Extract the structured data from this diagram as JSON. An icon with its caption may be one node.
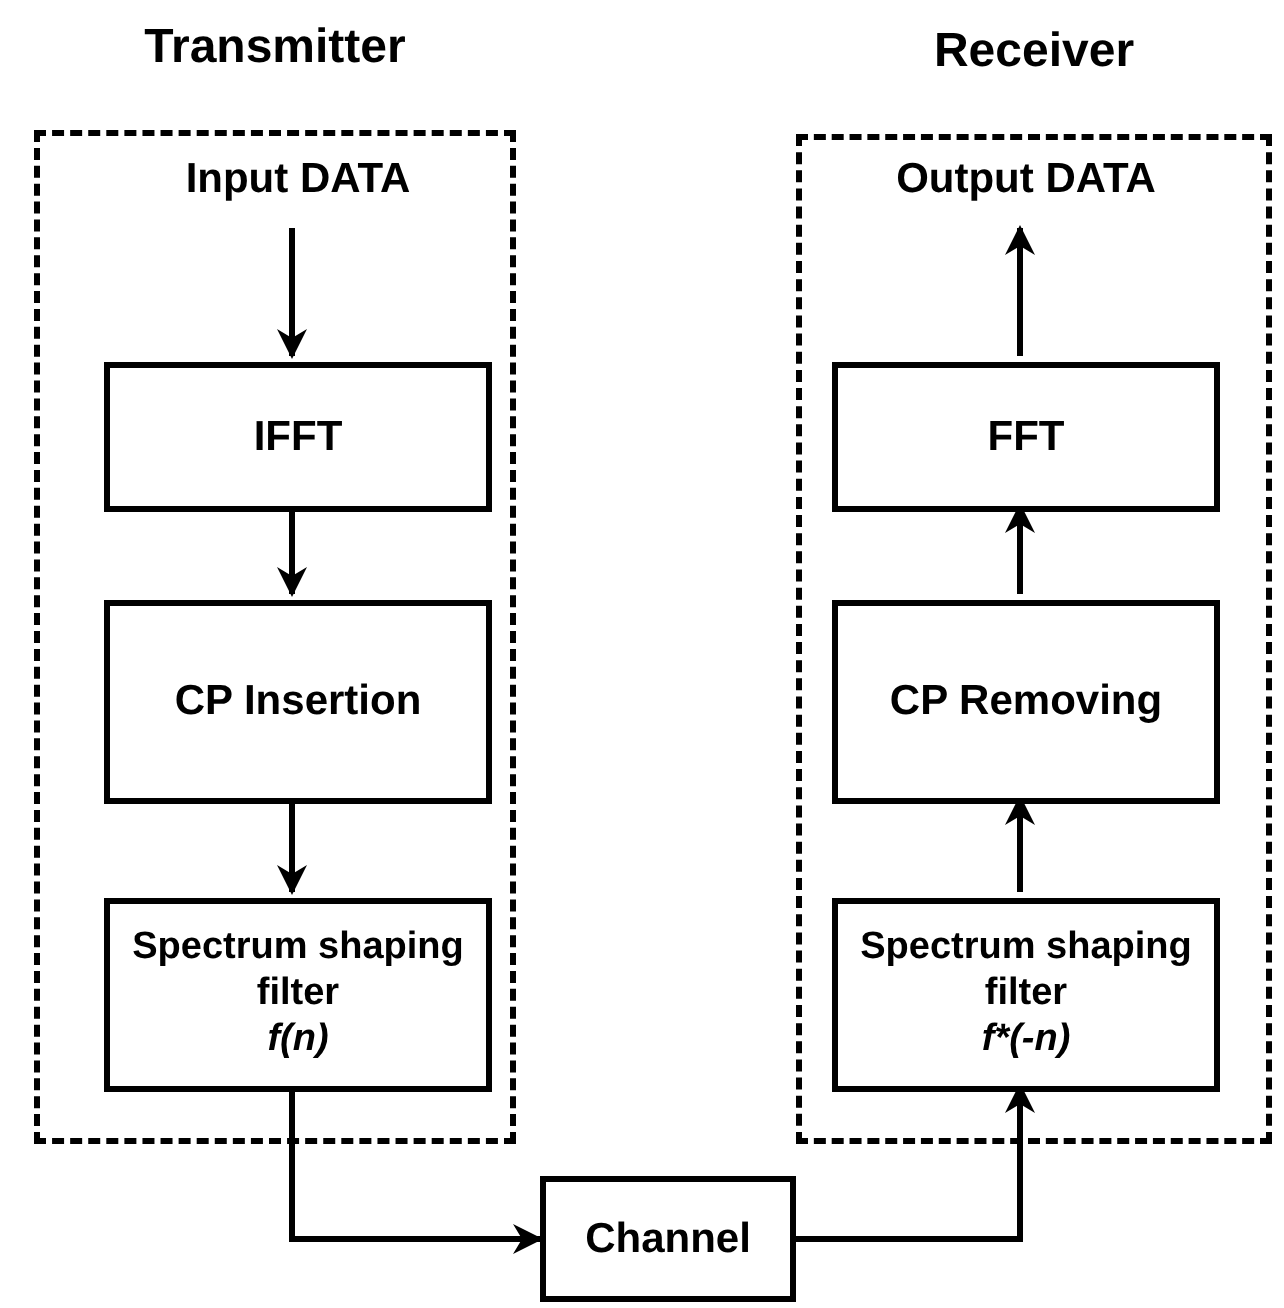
{
  "diagram": {
    "nodes": [
      {
        "text": [
          "Transmitter"
        ]
      },
      {
        "text": [
          "Input DATA"
        ],
        "in": 0
      },
      {
        "text": [
          "IFFT"
        ],
        "in": 0
      },
      {
        "text": [
          "CP Insertion"
        ],
        "in": 0
      },
      {
        "text": [
          "Spectrum shaping filter",
          "f(n)"
        ],
        "in": 0
      },
      {
        "text": [
          "Receiver"
        ]
      },
      {
        "text": [
          "Output DATA"
        ],
        "in": 5
      },
      {
        "text": [
          "FFT"
        ],
        "in": 5
      },
      {
        "text": [
          "CP Removing"
        ],
        "in": 5
      },
      {
        "text": [
          "Spectrum shaping filter",
          "f*(-n)"
        ],
        "in": 5
      },
      {
        "text": [
          "Channel"
        ]
      }
    ],
    "edges": [
      {
        "from": 1,
        "to": 2,
        "arrow": "to"
      },
      {
        "from": 2,
        "to": 3,
        "arrow": "to"
      },
      {
        "from": 3,
        "to": 4,
        "arrow": "to"
      },
      {
        "from": 4,
        "to": 10,
        "arrow": "to"
      },
      {
        "from": 10,
        "to": 9,
        "arrow": "to"
      },
      {
        "from": 9,
        "to": 8,
        "arrow": "to"
      },
      {
        "from": 8,
        "to": 7,
        "arrow": "to"
      },
      {
        "from": 7,
        "to": 6,
        "arrow": "to"
      }
    ]
  }
}
